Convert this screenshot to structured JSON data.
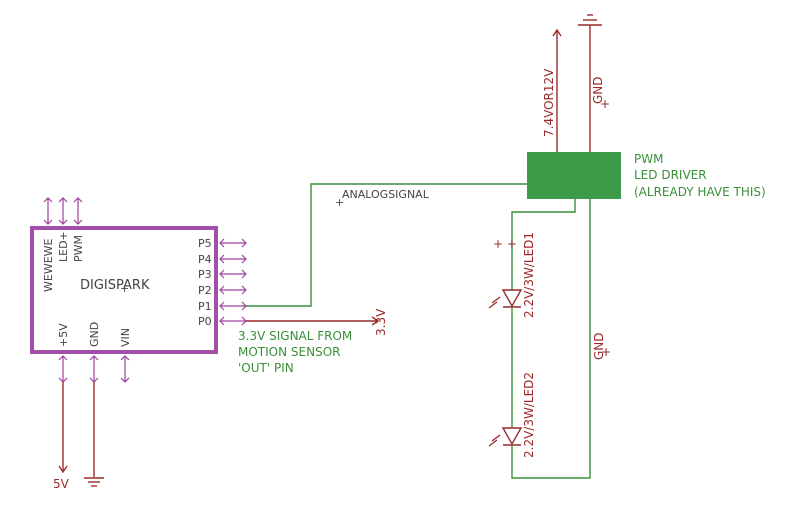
{
  "colors": {
    "wire": "#3a8f3a",
    "net": "#9b2a2a",
    "pin": "#a040a0",
    "body": "#a14fa8",
    "driver": "#3d9a48"
  },
  "board": {
    "name": "DIGISPARK",
    "top_pins": [
      "WEWEWE",
      "LED+",
      "PWM"
    ],
    "right_pins": [
      "P5",
      "P4",
      "P3",
      "P2",
      "P1",
      "P0"
    ],
    "bottom_pins": [
      "+5V",
      "GND",
      "VIN"
    ]
  },
  "supplies": {
    "five_v": "5V",
    "three_v": "3.3V",
    "vin_label": "7.4VOR12V",
    "gnd_top": "GND",
    "gnd_right": "GND"
  },
  "nets": {
    "analog": "ANALOGSIGNAL"
  },
  "driver": {
    "line1": "PWM",
    "line2": "LED DRIVER",
    "line3": "(ALREADY HAVE THIS)"
  },
  "leds": [
    "2.2V/3W/LED1",
    "2.2V/3W/LED2"
  ],
  "signal_note": {
    "line1": "3.3V SIGNAL FROM",
    "line2": "MOTION SENSOR",
    "line3": "'OUT' PIN"
  }
}
